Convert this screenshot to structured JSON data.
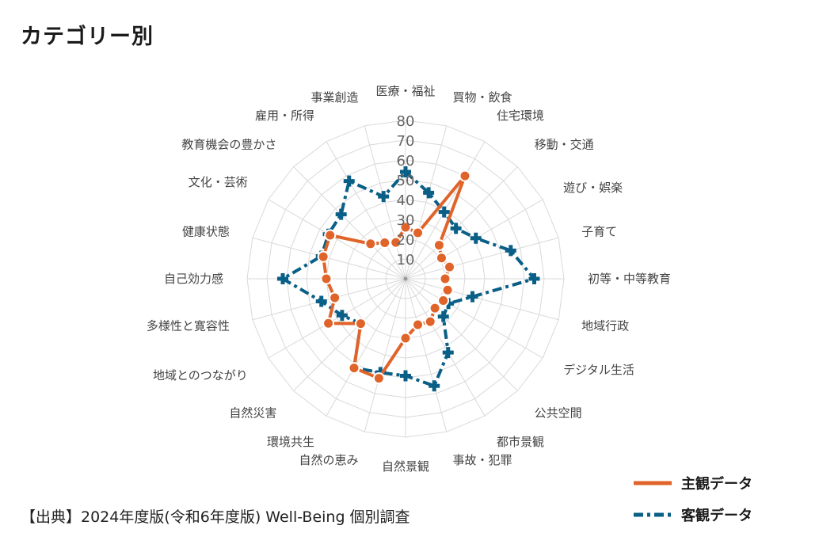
{
  "page_title": "カテゴリー別",
  "source_note": "【出典】2024年度版(令和6年度版) Well-Being 個別調査",
  "colors": {
    "subjective": "#e0642a",
    "objective": "#0a5f86",
    "grid": "#d9d9d9",
    "label": "#444444"
  },
  "chart_data": {
    "type": "radar",
    "title": "",
    "rlim": [
      0,
      80
    ],
    "ticks": [
      10,
      20,
      30,
      40,
      50,
      60,
      70,
      80
    ],
    "tick_labels": [
      "10",
      "20",
      "30",
      "40",
      "50",
      "60",
      "70",
      "80"
    ],
    "grid": true,
    "legend_position": "bottom-right",
    "categories": [
      "医療・福祉",
      "買物・飲食",
      "住宅環境",
      "移動・交通",
      "遊び・娯楽",
      "子育て",
      "初等・中等教育",
      "地域行政",
      "デジタル生活",
      "公共空間",
      "都市景観",
      "事故・犯罪",
      "自然景観",
      "自然の恵み",
      "環境共生",
      "自然災害",
      "地域とのつながり",
      "多様性と寛容性",
      "自己効力感",
      "健康状態",
      "文化・芸術",
      "教育機会の豊かさ",
      "雇用・所得",
      "事業創造"
    ],
    "series": [
      {
        "name": "主観データ",
        "style": "solid",
        "values": [
          26,
          24,
          60,
          24,
          21,
          23,
          20,
          22,
          22,
          21,
          25,
          24,
          30,
          52,
          52,
          32,
          45,
          37,
          40,
          43,
          44,
          25,
          21,
          19
        ]
      },
      {
        "name": "客観データ",
        "style": "dash-dot",
        "values": [
          54,
          45,
          39,
          36,
          41,
          55,
          65,
          35,
          25,
          27,
          43,
          56,
          49,
          49,
          52,
          32,
          37,
          44,
          62,
          44,
          45,
          46,
          57,
          43
        ]
      }
    ]
  },
  "legend": {
    "items": [
      {
        "label": "主観データ"
      },
      {
        "label": "客観データ"
      }
    ]
  }
}
